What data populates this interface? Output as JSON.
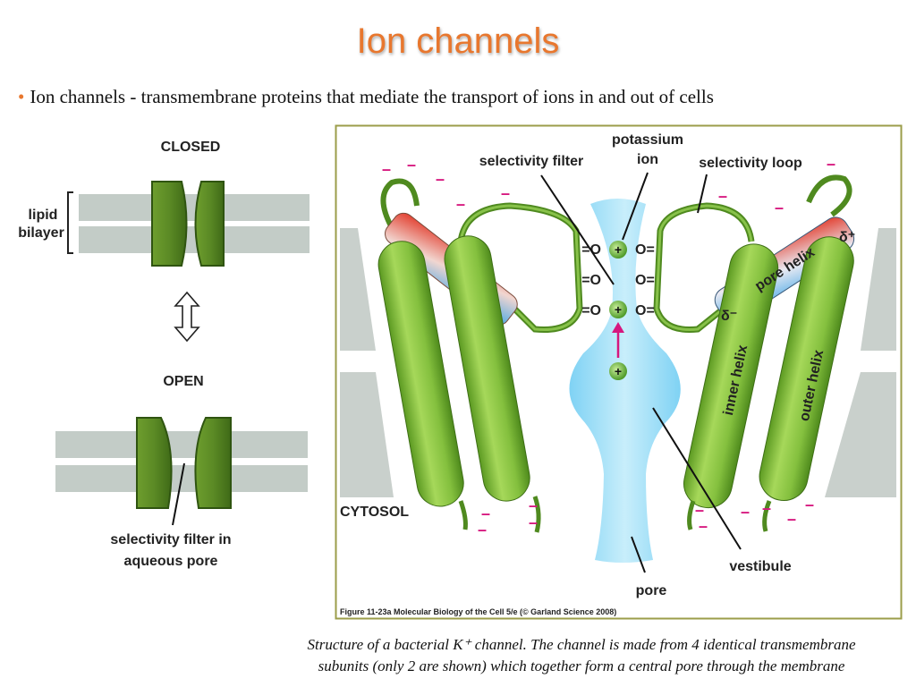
{
  "slide": {
    "title": "Ion channels",
    "bullet": "Ion channels - transmembrane proteins that mediate the transport of ions in and out of cells",
    "caption_line1": "Structure of a bacterial K⁺ channel. The channel is made from 4 identical transmembrane",
    "caption_line2": "subunits (only 2 are shown) which together form a central pore through the membrane"
  },
  "left_diagram": {
    "closed_label": "CLOSED",
    "open_label": "OPEN",
    "lipid_label_1": "lipid",
    "lipid_label_2": "bilayer",
    "filter_label_1": "selectivity filter in",
    "filter_label_2": "aqueous pore"
  },
  "right_figure": {
    "potassium_ion_1": "potassium",
    "potassium_ion_2": "ion",
    "selectivity_filter": "selectivity filter",
    "selectivity_loop": "selectivity loop",
    "pore_helix": "pore helix",
    "inner_helix": "inner helix",
    "outer_helix": "outer helix",
    "cytosol": "CYTOSOL",
    "vestibule": "vestibule",
    "pore": "pore",
    "delta_plus": "δ⁺",
    "delta_minus": "δ⁻",
    "carbonyl_left": "=O",
    "carbonyl_right": "O=",
    "ion_sign": "+",
    "charge_sign": "–",
    "credit": "Figure 11-23a  Molecular Biology of the Cell 5/e (© Garland Science 2008)"
  }
}
